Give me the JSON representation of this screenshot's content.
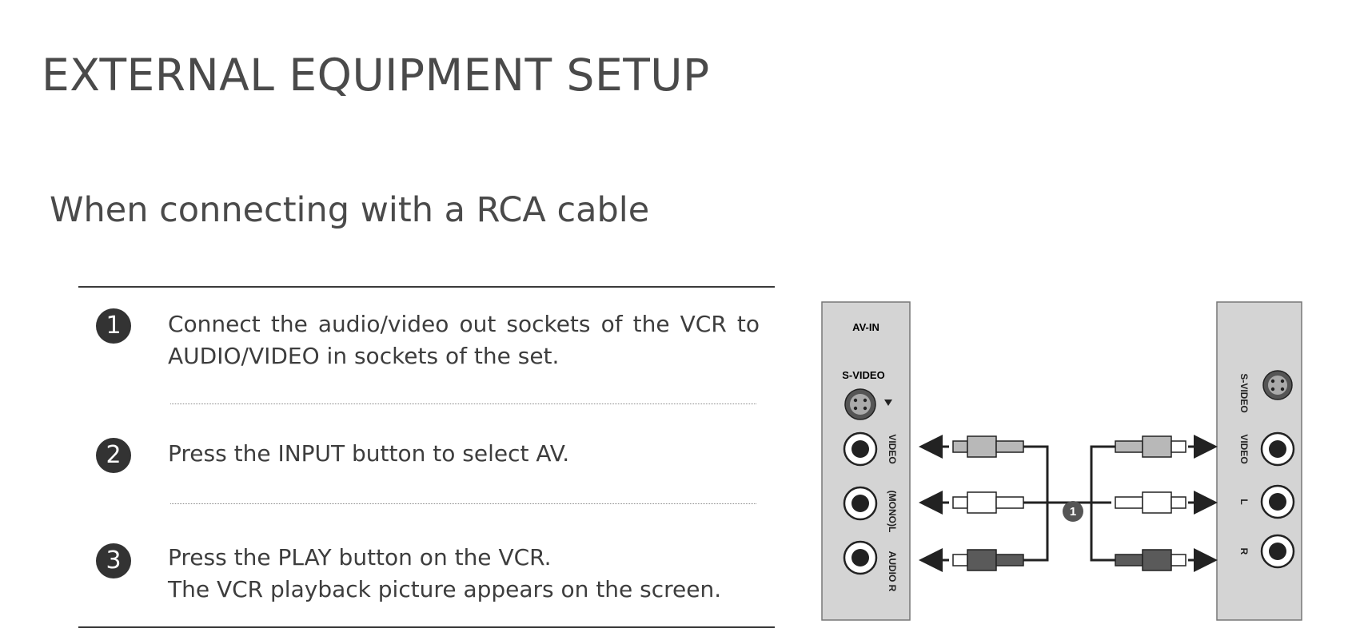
{
  "page": {
    "title": "EXTERNAL EQUIPMENT SETUP",
    "section_title": "When connecting with a RCA cable"
  },
  "steps": [
    {
      "number": "1",
      "lines": [
        "Connect the audio/video out sockets of the VCR to",
        "AUDIO/VIDEO in sockets of the set."
      ]
    },
    {
      "number": "2",
      "lines": [
        "Press the INPUT button to select AV."
      ]
    },
    {
      "number": "3",
      "lines": [
        "Press the PLAY button on the VCR.",
        "The VCR playback picture appears on the screen."
      ]
    }
  ],
  "diagram": {
    "left_panel": {
      "header": "AV-IN",
      "svideo_label": "S-VIDEO",
      "video_label": "VIDEO",
      "audio_l_label": "(MONO)L",
      "audio_r_label": "AUDIO R"
    },
    "right_panel": {
      "svideo_label": "S-VIDEO",
      "video_label": "VIDEO",
      "audio_l_label": "L",
      "audio_r_label": "R"
    },
    "cable_callout": "1",
    "colors": {
      "panel_fill": "#d4d4d4",
      "video_plug": "#b8b8b8",
      "audio_l_plug": "#ffffff",
      "audio_r_plug": "#5a5a5a"
    }
  }
}
